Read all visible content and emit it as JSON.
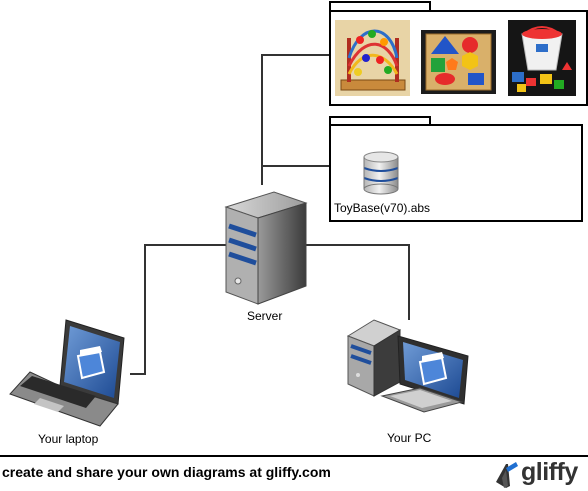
{
  "labels": {
    "db": "ToyBase(v70).abs",
    "server": "Server",
    "laptop": "Your laptop",
    "pc": "Your PC"
  },
  "footer": {
    "text": "create and share your own diagrams at gliffy.com",
    "logo": "gliffy"
  },
  "images": [
    "bead-maze-toy",
    "shape-sorter-puzzle",
    "block-bucket-toy"
  ],
  "colors": {
    "line": "#333333",
    "server_blue": "#1f4e9c",
    "screen_blue": "#3b6fb6"
  }
}
